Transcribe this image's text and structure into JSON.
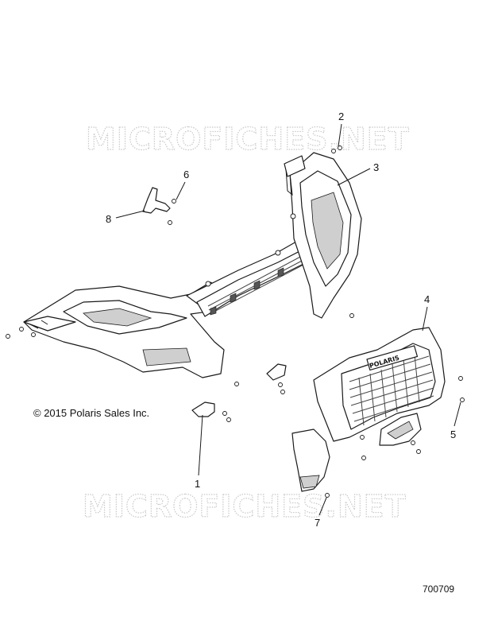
{
  "watermark": {
    "text": "MICROFICHES.NET"
  },
  "copyright": "© 2015 Polaris Sales Inc.",
  "reference_number": "700709",
  "callouts": [
    {
      "id": "c1",
      "label": "1"
    },
    {
      "id": "c2",
      "label": "2"
    },
    {
      "id": "c3",
      "label": "3"
    },
    {
      "id": "c4",
      "label": "4"
    },
    {
      "id": "c5",
      "label": "5"
    },
    {
      "id": "c6",
      "label": "6"
    },
    {
      "id": "c7",
      "label": "7"
    },
    {
      "id": "c8",
      "label": "8"
    }
  ],
  "grille_badge": {
    "text": "POLARIS"
  }
}
